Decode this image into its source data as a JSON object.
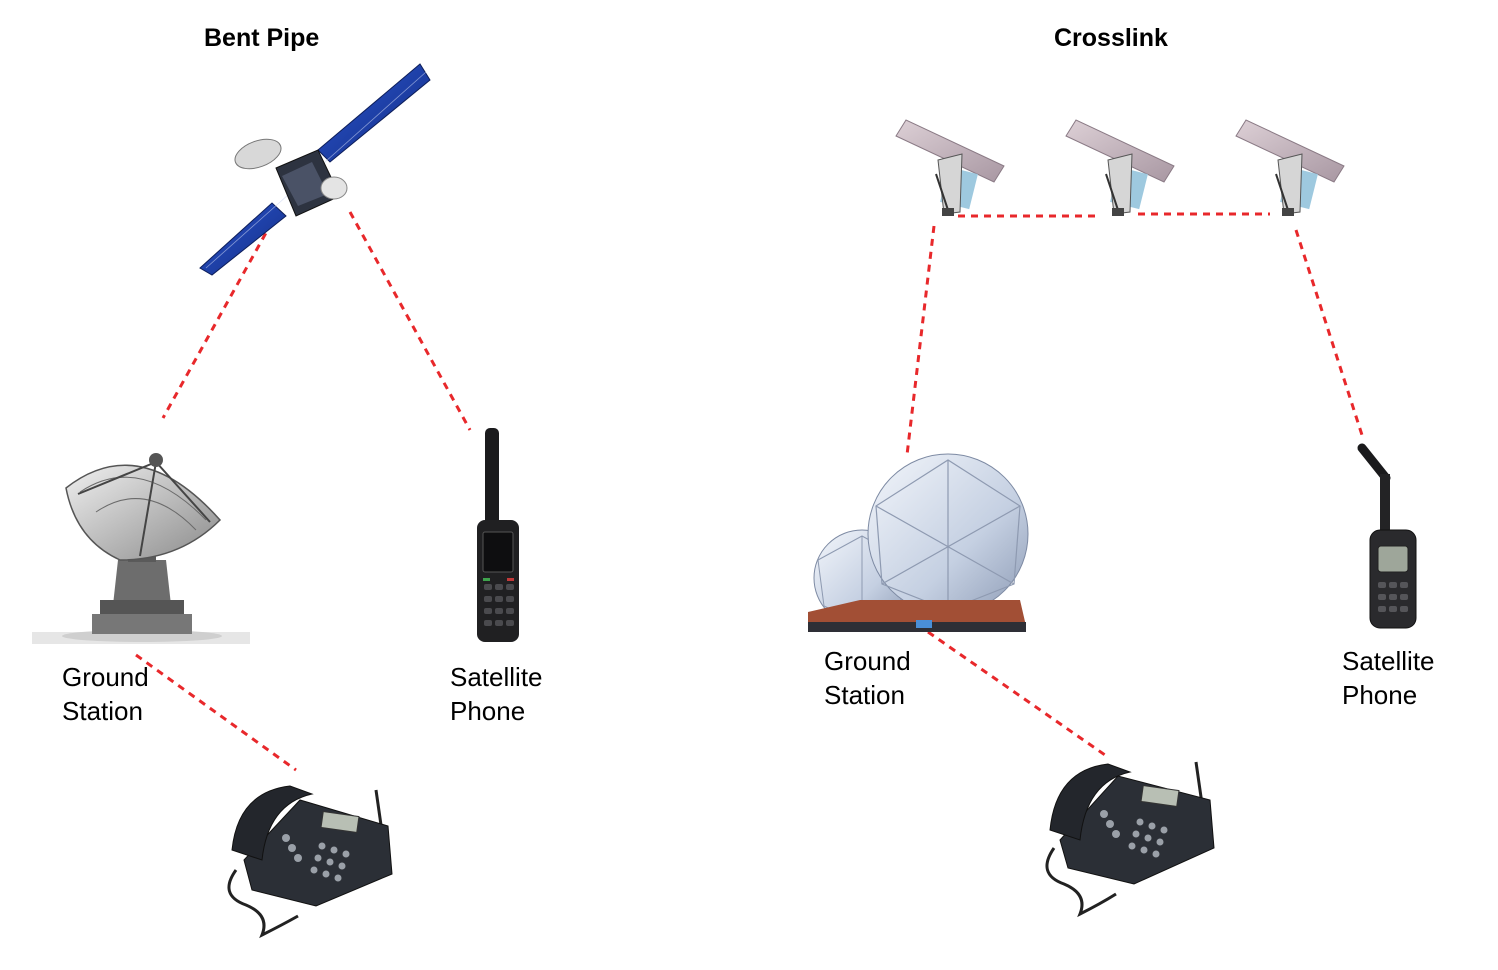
{
  "bent_pipe": {
    "title": "Bent Pipe",
    "ground_station_label": [
      "Ground",
      "Station"
    ],
    "satellite_phone_label": [
      "Satellite",
      "Phone"
    ]
  },
  "crosslink": {
    "title": "Crosslink",
    "ground_station_label": [
      "Ground",
      "Station"
    ],
    "satellite_phone_label": [
      "Satellite",
      "Phone"
    ]
  },
  "colors": {
    "link": "#e8282b",
    "solar_panel": "#1f3fa8",
    "leo_panel": "#c9b8c2",
    "device": "#1c1c1e"
  }
}
